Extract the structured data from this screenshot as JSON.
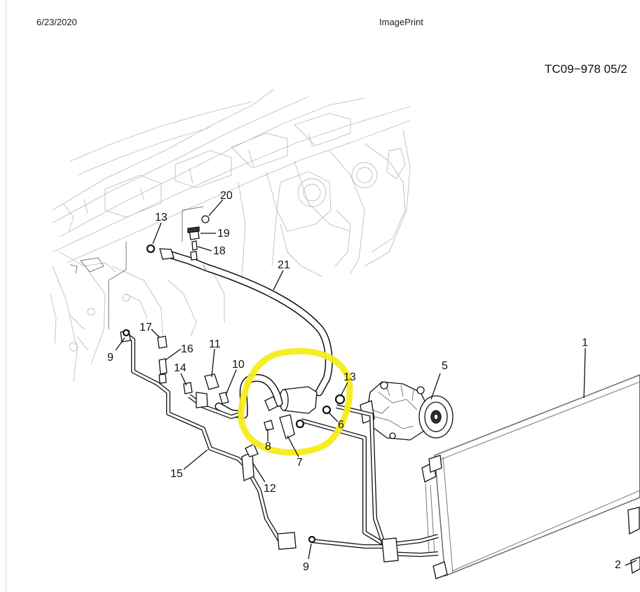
{
  "header": {
    "date": "6/23/2020",
    "app_name": "ImagePrint",
    "reference": "TC09−978  05/2"
  },
  "callouts": [
    {
      "id": "c1",
      "label": "1"
    },
    {
      "id": "c2",
      "label": "2"
    },
    {
      "id": "c5",
      "label": "5"
    },
    {
      "id": "c6",
      "label": "6"
    },
    {
      "id": "c7",
      "label": "7"
    },
    {
      "id": "c8",
      "label": "8"
    },
    {
      "id": "c9a",
      "label": "9"
    },
    {
      "id": "c9b",
      "label": "9"
    },
    {
      "id": "c10",
      "label": "10"
    },
    {
      "id": "c11",
      "label": "11"
    },
    {
      "id": "c12",
      "label": "12"
    },
    {
      "id": "c13a",
      "label": "13"
    },
    {
      "id": "c13b",
      "label": "13"
    },
    {
      "id": "c14",
      "label": "14"
    },
    {
      "id": "c15",
      "label": "15"
    },
    {
      "id": "c16",
      "label": "16"
    },
    {
      "id": "c17",
      "label": "17"
    },
    {
      "id": "c18",
      "label": "18"
    },
    {
      "id": "c19",
      "label": "19"
    },
    {
      "id": "c20",
      "label": "20"
    },
    {
      "id": "c21",
      "label": "21"
    }
  ],
  "highlight_color": "#f4ec1a"
}
